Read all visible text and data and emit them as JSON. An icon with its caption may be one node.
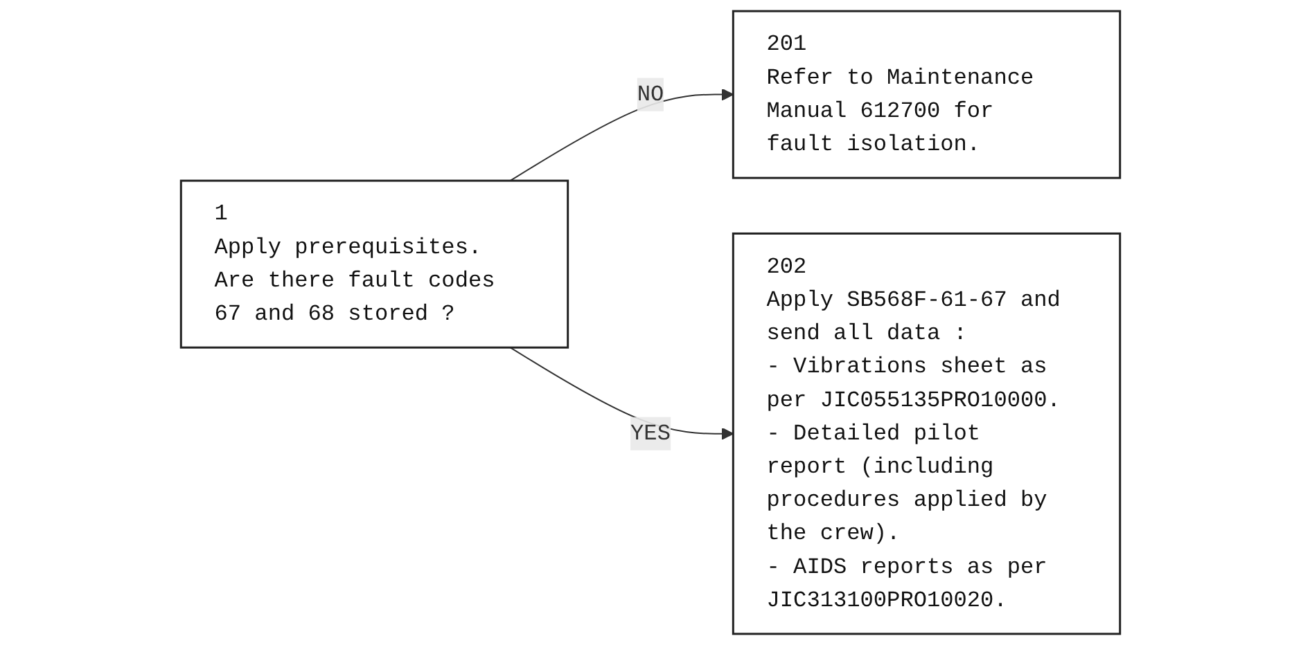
{
  "diagram": {
    "nodes": [
      {
        "text": [
          "1",
          "Apply prerequisites. Are there fault codes 67 and 68 stored ?"
        ]
      },
      {
        "text": [
          "201",
          "Refer to Maintenance Manual 612700 for fault isolation."
        ]
      },
      {
        "text": [
          "202",
          "Apply SB568F-61-67 and send all data :",
          "- Vibrations sheet as per JIC055135PRO10000.",
          "- Detailed pilot report (including procedures applied by the crew).",
          "- AIDS reports as per JIC313100PRO10020."
        ]
      }
    ],
    "edges": [
      {
        "from": 0,
        "to": 1,
        "arrow": "to",
        "label": "NO"
      },
      {
        "from": 0,
        "to": 2,
        "arrow": "to",
        "label": "YES"
      }
    ]
  }
}
